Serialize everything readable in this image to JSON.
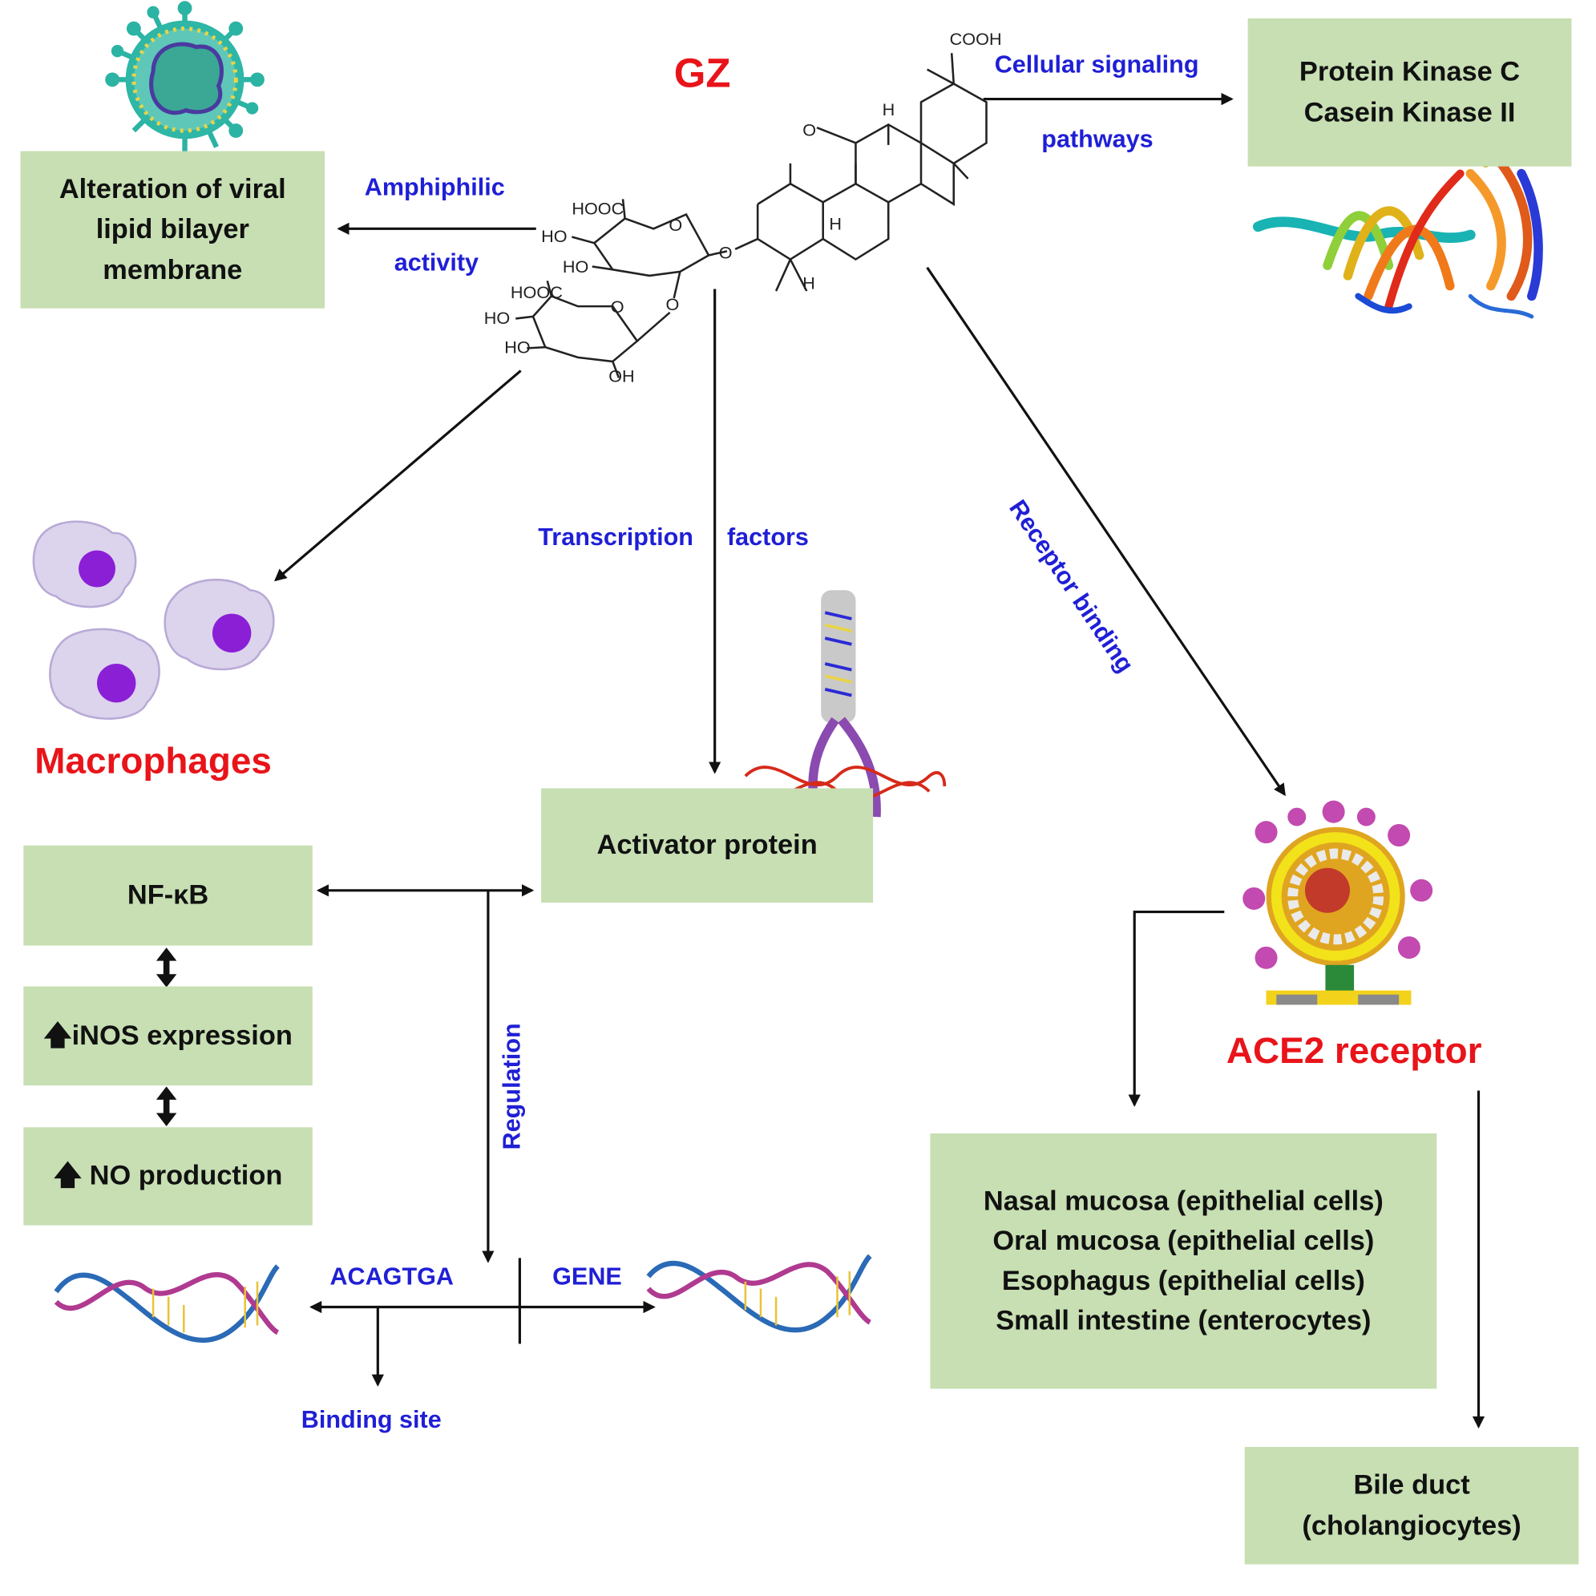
{
  "title": "GZ",
  "chemistry_labels": {
    "cooh": "COOH",
    "o_ketone": "O",
    "h1": "H",
    "h2": "H",
    "h3": "H",
    "hooc1": "HOOC",
    "ho1": "HO",
    "ho2": "HO",
    "o_link": "O",
    "o_ring": "O",
    "hooc2": "HOOC",
    "ho3": "HO",
    "ho4": "HO",
    "oh": "OH",
    "o_ring2": "O",
    "o_ring3": "O"
  },
  "edges": {
    "amphiphilic_1": "Amphiphilic",
    "amphiphilic_2": "activity",
    "cellular_1": "Cellular signaling",
    "cellular_2": "pathways",
    "transcription_1": "Transcription",
    "transcription_2": "factors",
    "receptor": "Receptor binding",
    "regulation": "Regulation",
    "acagtga": "ACAGTGA",
    "gene": "GENE",
    "binding_site": "Binding site"
  },
  "nodes": {
    "viral_membrane": [
      "Alteration of viral",
      "lipid bilayer",
      "membrane"
    ],
    "kinase": [
      "Protein Kinase C",
      "Casein Kinase II"
    ],
    "activator": "Activator protein",
    "nfkb": "NF-κB",
    "inos": "iNOS expression",
    "no": "NO production",
    "tissues": [
      "Nasal mucosa (epithelial cells)",
      "Oral mucosa (epithelial cells)",
      "Esophagus (epithelial cells)",
      "Small intestine (enterocytes)"
    ],
    "bile": [
      "Bile duct",
      "(cholangiocytes)"
    ]
  },
  "headings": {
    "macrophages": "Macrophages",
    "ace2": "ACE2 receptor"
  },
  "colors": {
    "box_fill": "#c7dfb3",
    "edge_label": "#1f1fd6",
    "heading_red": "#e8141a",
    "macrophage_fill": "#dcd3ec",
    "nucleus": "#8a1fd6"
  },
  "icons": [
    "virus-icon",
    "kinase-protein-icon",
    "macrophage-icon",
    "dna-protein-complex-icon",
    "coronavirus-icon",
    "dna-helix-icon",
    "up-arrow-icon"
  ]
}
